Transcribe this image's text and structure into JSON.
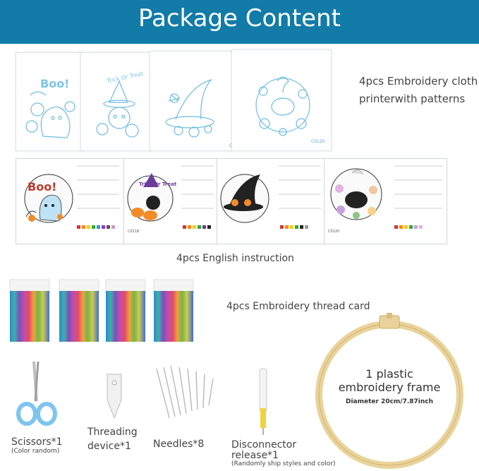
{
  "header": {
    "title": "Package Content"
  },
  "cloth": {
    "label_line1": "4pcs Embroidery cloth",
    "label_line2": "printerwith patterns",
    "items": [
      {
        "text": "Boo!",
        "code": ""
      },
      {
        "text": "Trick Or Treat",
        "code": ""
      },
      {
        "text": "",
        "code": "D"
      },
      {
        "text": "",
        "code": "C0120"
      }
    ]
  },
  "instructions": {
    "label": "4pcs English instruction",
    "sheets": [
      {
        "title": "Boo!",
        "code": ""
      },
      {
        "title": "Trick Or Treat",
        "code": "C0118"
      },
      {
        "title": "",
        "code": ""
      },
      {
        "title": "",
        "code": "C0120"
      }
    ]
  },
  "threads": {
    "label": "4pcs Embroidery thread card"
  },
  "tools": {
    "scissors": {
      "label": "Scissors*1",
      "note": "(Color random)"
    },
    "threader": {
      "label_line1": "Threading",
      "label_line2": "device*1"
    },
    "needles": {
      "label": "Needles*8"
    },
    "disconnector": {
      "label_line1": "Disconnector",
      "label_line2": "release*1",
      "note": "(Randomly ship styles and color)"
    },
    "hoop": {
      "line1": "1 plastic",
      "line2": "embroidery frame",
      "diameter": "Diameter 20cm/7.87inch"
    }
  },
  "colors": {
    "banner": "#127ba8",
    "pattern": "#6bbde0",
    "hoop": "#e9d39a"
  }
}
